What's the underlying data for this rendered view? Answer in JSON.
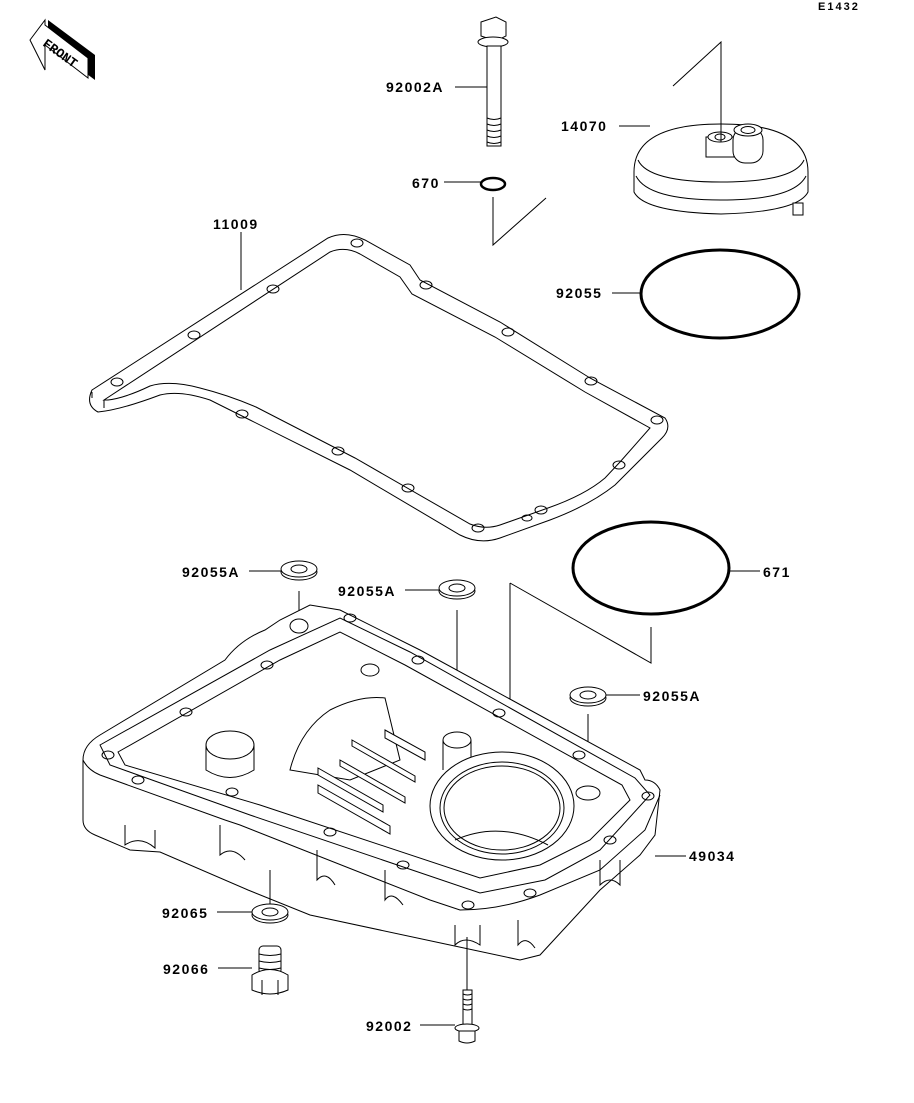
{
  "diagram_code": "E1432",
  "front_indicator": "FRONT",
  "colors": {
    "line": "#000000",
    "background": "#ffffff"
  },
  "parts": {
    "bolt_long": "92002A",
    "gasket_small": "670",
    "filter_cover": "14070",
    "oring_large": "92055",
    "pan_gasket": "11009",
    "oring_671": "671",
    "washer_a_left": "92055A",
    "washer_a_mid": "92055A",
    "washer_a_right": "92055A",
    "oil_pan": "49034",
    "drain_washer": "92065",
    "drain_plug": "92066",
    "bolt_short": "92002"
  }
}
